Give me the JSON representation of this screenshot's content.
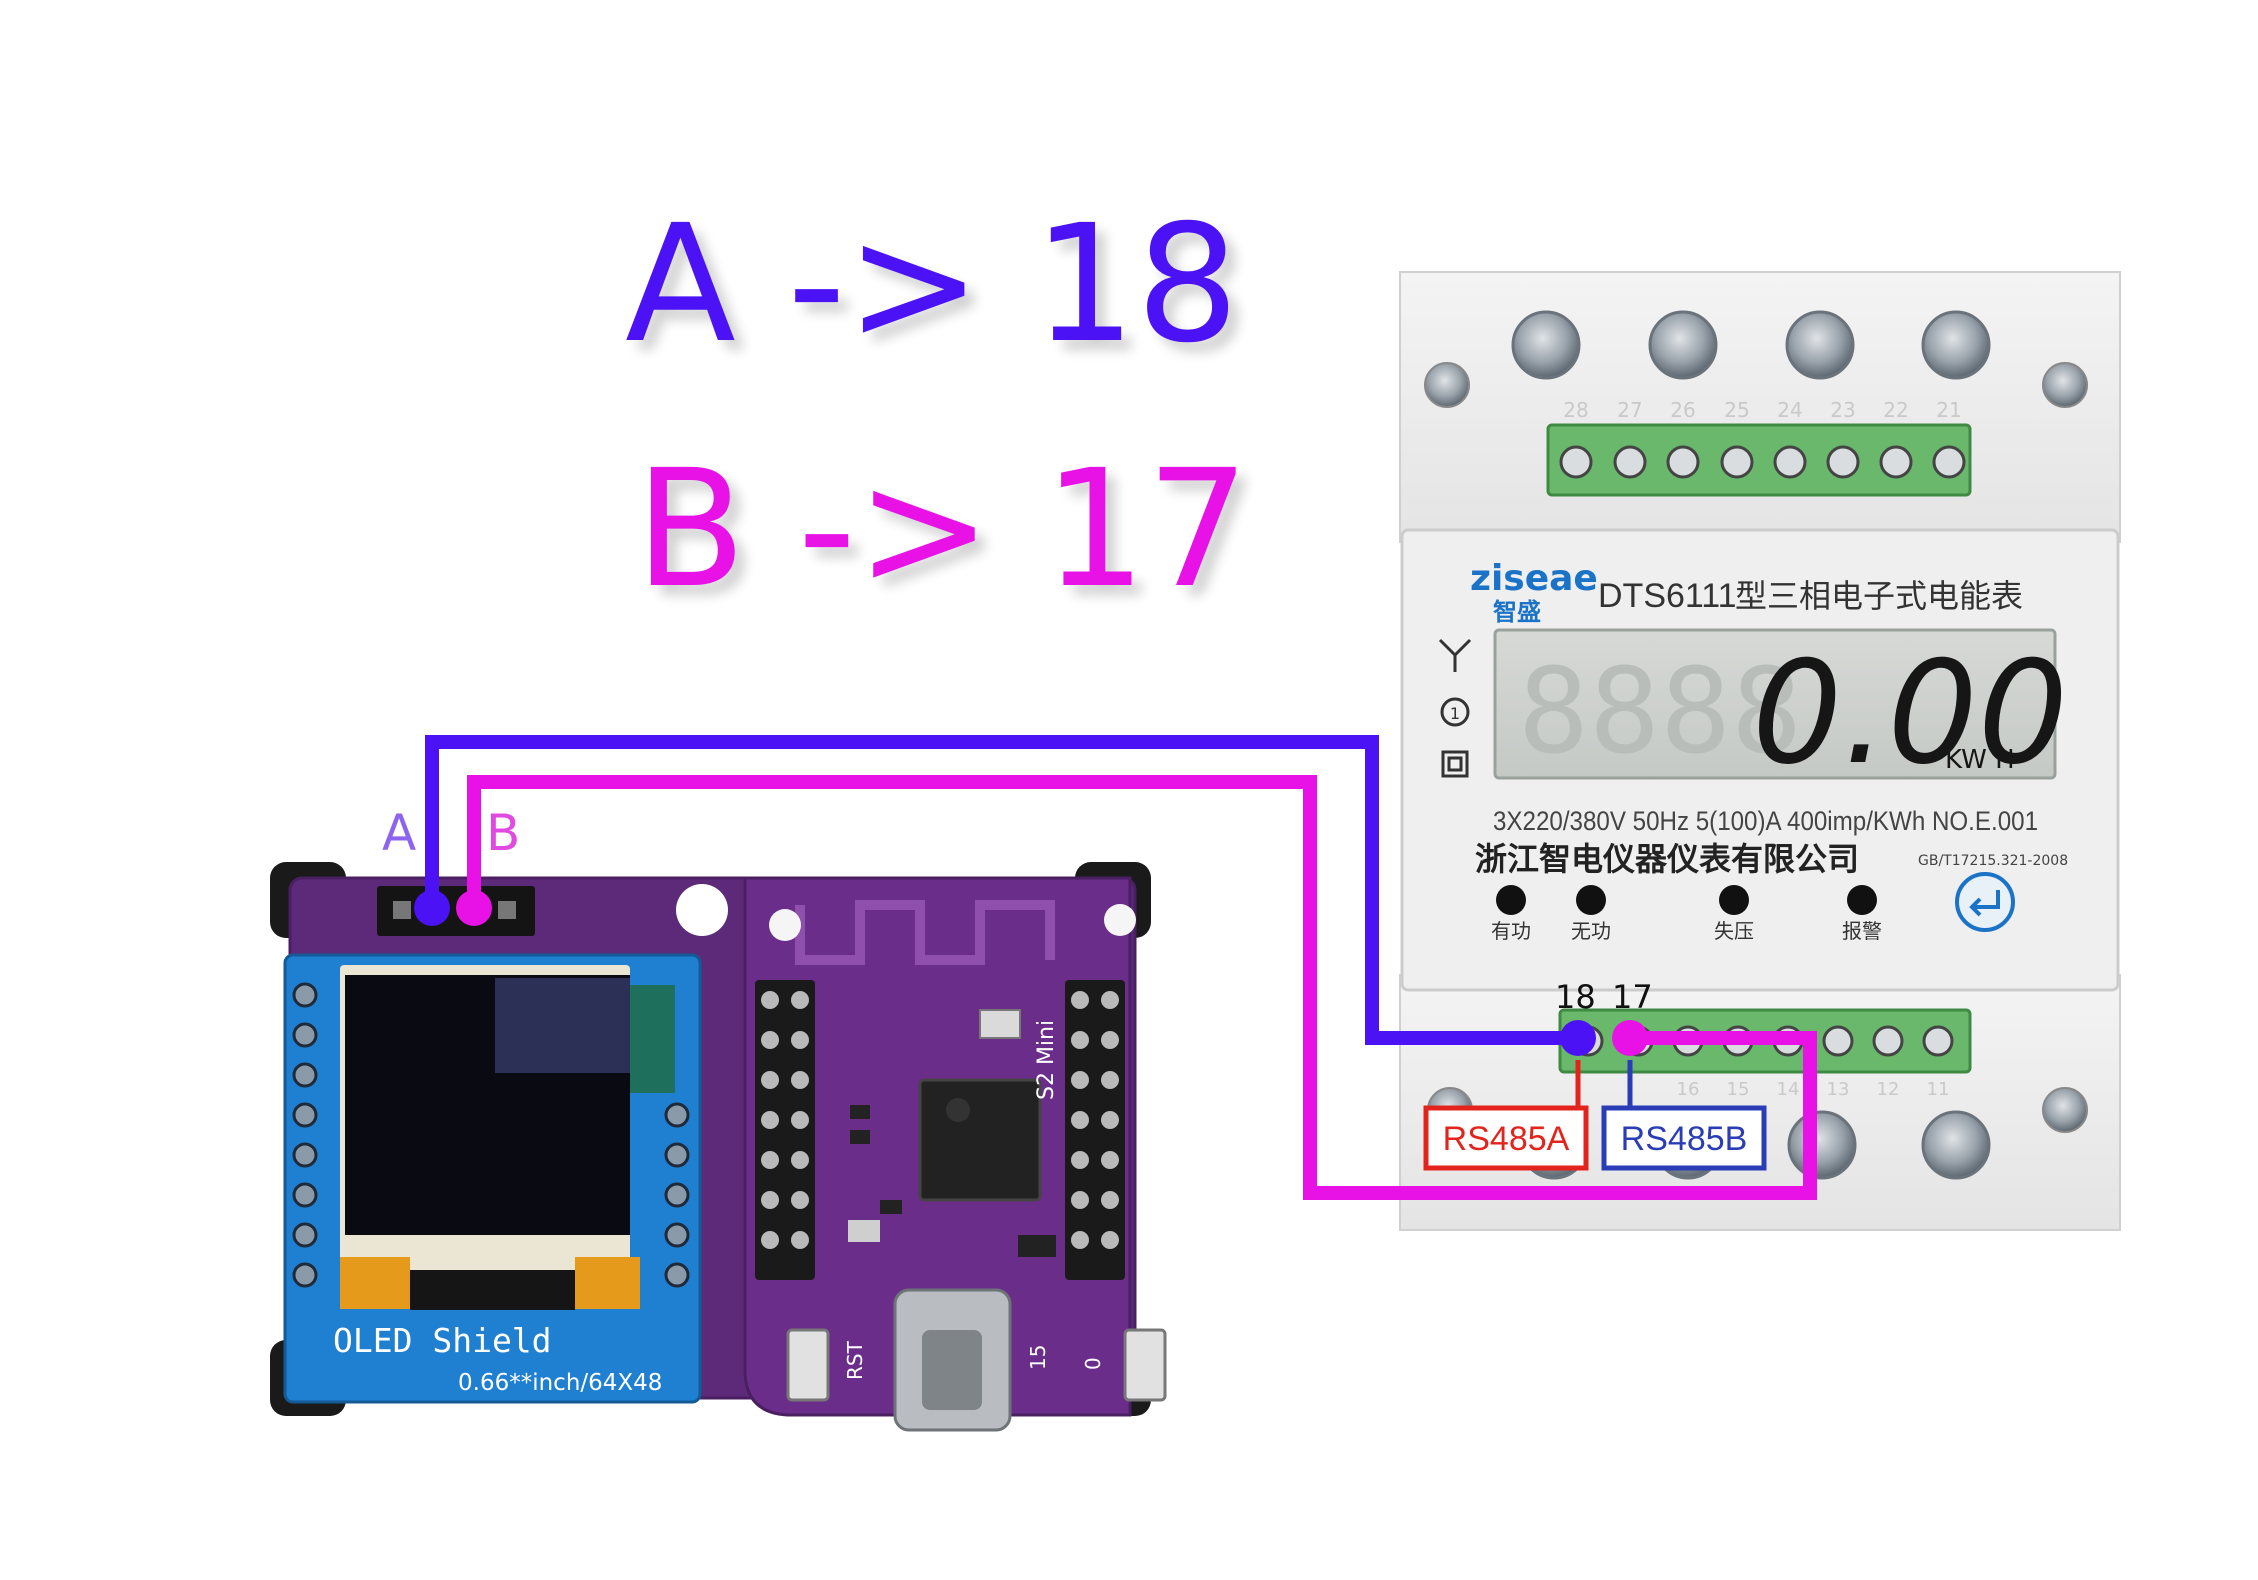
{
  "mapping": {
    "a_line": "A -> 18",
    "b_line": "B -> 17"
  },
  "board_labels": {
    "a": "A",
    "b": "B"
  },
  "meter": {
    "brand": "ziseae",
    "brand_cn": "智盛",
    "model": "DTS6111",
    "model_desc": "型三相电子式电能表",
    "display_value": "0.00",
    "display_unit": "KW H",
    "specs": "3X220/380V  50Hz  5(100)A  400imp/KWh  NO.E.001",
    "manufacturer": "浙江智电仪器仪表有限公司",
    "standard": "GB/T17215.321-2008",
    "indicators": [
      "有功",
      "无功",
      "失压",
      "报警"
    ],
    "terminal_top_numbers": [
      "28",
      "27",
      "26",
      "25",
      "24",
      "23",
      "22",
      "21"
    ],
    "terminal_bottom_numbers": [
      "18",
      "17",
      "16",
      "15",
      "14",
      "13",
      "12",
      "11"
    ]
  },
  "terminals": {
    "a_number": "18",
    "b_number": "17",
    "a_tag": "RS485A",
    "b_tag": "RS485B"
  },
  "oled": {
    "label": "OLED Shield",
    "size_text": "0.66**inch/64X48"
  },
  "mcu_board": {
    "model_text": "S2 Mini",
    "rst_text": "RST",
    "pin_15": "15",
    "pin_0": "0"
  },
  "colors": {
    "a_wire": "#4b12f5",
    "b_wire": "#e812e6",
    "rs485a": "#e3241c",
    "rs485b": "#2a3db7",
    "pcb": "#5d2a79"
  }
}
